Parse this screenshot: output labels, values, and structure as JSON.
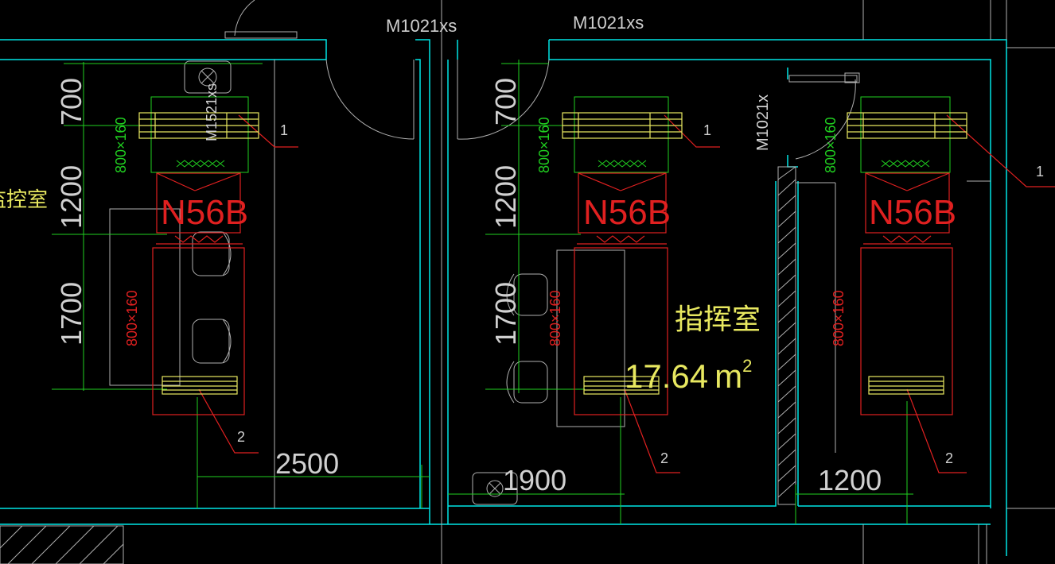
{
  "doors": [
    "M1021xs",
    "M1021xs",
    "M1021x",
    "M1521xs"
  ],
  "rooms": [
    {
      "name": "监控室"
    },
    {
      "name": "指挥室",
      "area": "17.64",
      "unit": "m",
      "superscript": "2"
    }
  ],
  "units": [
    {
      "model": "N56B",
      "duct": "800×160",
      "supply_tag": "1",
      "return_tag": "2",
      "return_duct": "800×160"
    },
    {
      "model": "N56B",
      "duct": "800×160",
      "supply_tag": "1",
      "return_tag": "2",
      "return_duct": "800×160"
    },
    {
      "model": "N56B",
      "duct": "800×160",
      "supply_tag": "1",
      "return_tag": "2",
      "return_duct": "800×160"
    }
  ],
  "dimensions": {
    "vertical_left": [
      "700",
      "1200",
      "1700"
    ],
    "vertical_mid": [
      "700",
      "1200",
      "1700"
    ],
    "horizontal": [
      "2500",
      "1900",
      "1200"
    ]
  },
  "colors": {
    "wall": "#00e5e5",
    "dim": "#20d020",
    "duct": "#e02020",
    "equip": "#e8e860",
    "line": "#b0b0b0",
    "text": "#d0d0d0"
  }
}
